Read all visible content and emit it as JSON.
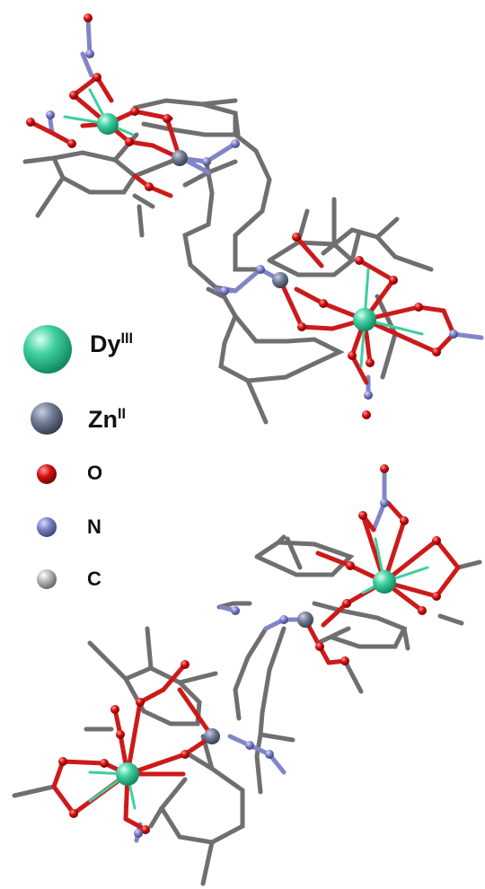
{
  "legend": {
    "dy": {
      "symbol": "Dy",
      "superscript": "III",
      "color": "#3fcf9f"
    },
    "zn": {
      "symbol": "Zn",
      "superscript": "II",
      "color": "#707a92"
    },
    "o": {
      "symbol": "O",
      "color": "#d20f0f"
    },
    "n": {
      "symbol": "N",
      "color": "#7b7fc4"
    },
    "c": {
      "symbol": "C",
      "color": "#a8a8a8"
    }
  },
  "colors": {
    "bond_carbon": "#6f6f6f",
    "bond_oxygen": "#cc1a1a",
    "bond_nitrogen": "#8185c8",
    "bond_dy": "#3fcf9f"
  }
}
